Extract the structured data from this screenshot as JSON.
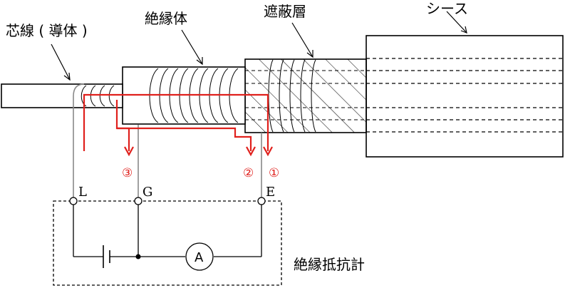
{
  "labels": {
    "core": "芯線 ( 導体 )",
    "insulator": "絶縁体",
    "shield": "遮蔽層",
    "sheath": "シース",
    "meter": "絶縁抵抗計"
  },
  "terminals": {
    "line": "L",
    "guard": "G",
    "earth": "E"
  },
  "paths": {
    "p1": "①",
    "p2": "②",
    "p3": "③"
  },
  "meter_symbol": "A",
  "colors": {
    "current_path": "#e0201c",
    "line": "#000000",
    "wire": "#888888"
  }
}
